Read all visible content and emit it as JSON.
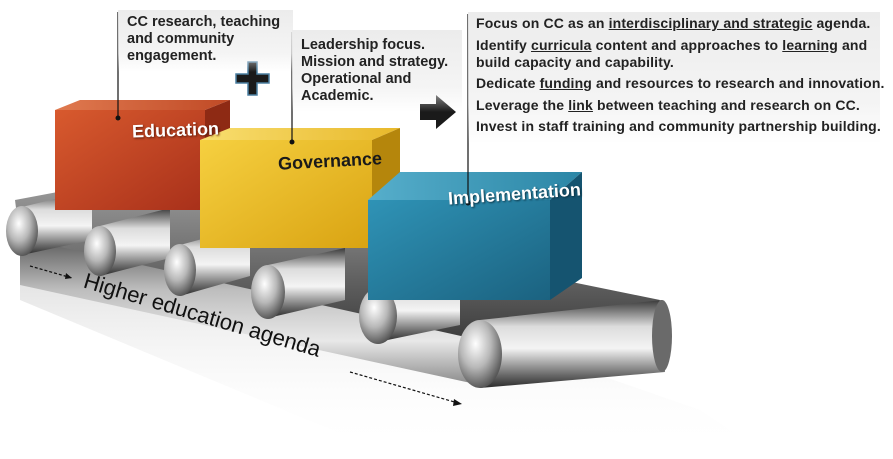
{
  "callouts": {
    "education": [
      "CC research, teaching",
      "and community",
      "engagement."
    ],
    "governance": [
      "Leadership focus.",
      "Mission and strategy.",
      "Operational and",
      "Academic."
    ]
  },
  "boxes": {
    "education": "Education",
    "governance": "Governance",
    "implementation": "Implementation"
  },
  "colors": {
    "education": "#c0401e",
    "governance": "#e3b21e",
    "implementation": "#1f7896"
  },
  "agenda_items": [
    {
      "before": "Focus on CC as an ",
      "u1": "interdisciplinary and strategic",
      "mid": " agenda.",
      "u2": "",
      "after": ""
    },
    {
      "before": "Identify ",
      "u1": "curricula",
      "mid": " content and approaches to ",
      "u2": "learning",
      "after": " and"
    },
    {
      "before": "build capacity and capability.",
      "u1": "",
      "mid": "",
      "u2": "",
      "after": ""
    },
    {
      "before": "Dedicate ",
      "u1": "funding",
      "mid": " and resources to research and innovation.",
      "u2": "",
      "after": ""
    },
    {
      "before": "Leverage the ",
      "u1": "link",
      "mid": " between teaching and research on CC.",
      "u2": "",
      "after": ""
    },
    {
      "before": "Invest in staff training and community partnership building.",
      "u1": "",
      "mid": "",
      "u2": "",
      "after": ""
    }
  ],
  "belt_label": "Higher education agenda",
  "icons": [
    "plus-icon",
    "right-arrow-icon"
  ]
}
